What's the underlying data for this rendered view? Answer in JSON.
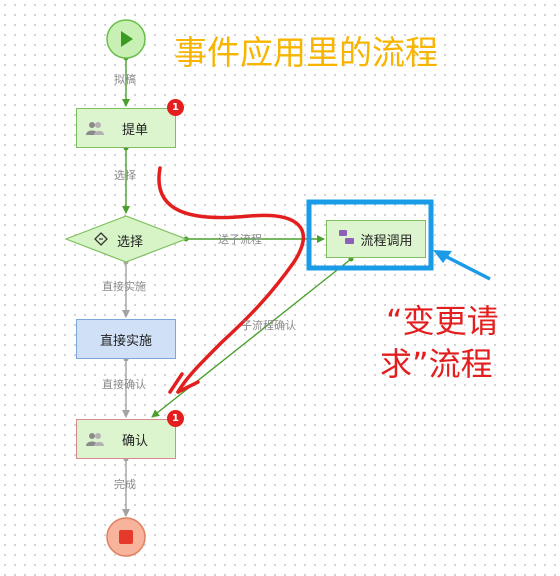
{
  "annotation_title": "事件应用里的流程",
  "callout": {
    "line1": "“变更请",
    "line2": "求”流程"
  },
  "nodes": {
    "start": {
      "type": "start",
      "shape": "play"
    },
    "submit": {
      "label": "提单",
      "badge": "1"
    },
    "choose": {
      "label": "选择"
    },
    "direct_impl": {
      "label": "直接实施"
    },
    "confirm": {
      "label": "确认",
      "badge": "1"
    },
    "sub_call": {
      "label": "流程调用"
    },
    "end": {
      "type": "end",
      "shape": "stop"
    }
  },
  "edges": {
    "start_submit": "拟稿",
    "submit_choose": "选择",
    "choose_sub": "送子流程",
    "choose_direct": "直接实施",
    "direct_confirm": "直接确认",
    "sub_confirm": "子流程确认",
    "confirm_end": "完成"
  },
  "colors": {
    "green_line": "#4aa02c",
    "gray_line": "#a3a3a3",
    "highlight_box": "#1a9be8",
    "annotation_red": "#e31e1e",
    "title_yellow": "#f7b500"
  }
}
